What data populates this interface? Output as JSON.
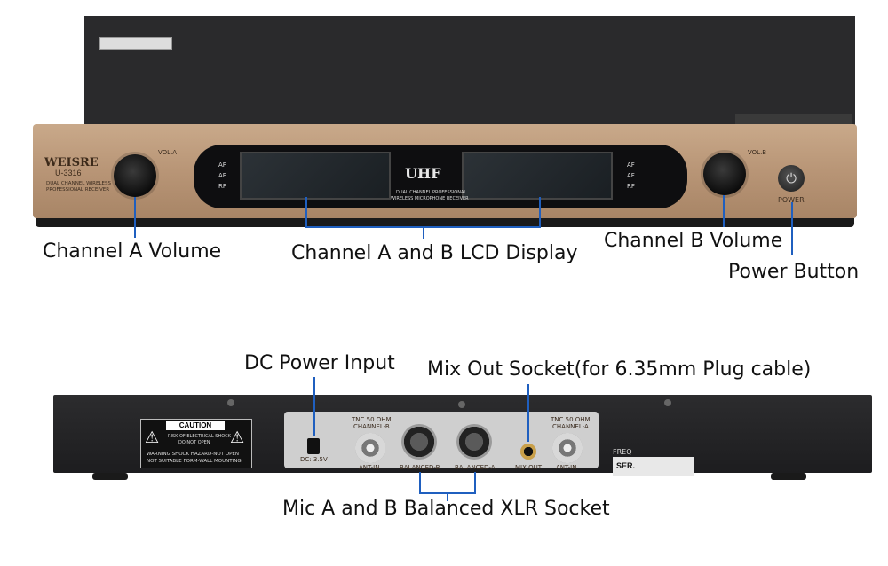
{
  "front": {
    "brand": "WEISRE",
    "model": "U-3316",
    "brand_sub_1": "DUAL CHANNEL WIRELESS",
    "brand_sub_2": "PROFESSIONAL RECEIVER",
    "vol_a": "VOL.A",
    "vol_b": "VOL.B",
    "uhf": "UHF",
    "center_sub_1": "DUAL CHANNEL PROFESSIONAL",
    "center_sub_2": "WIRELESS MICROPHONE RECEIVER",
    "indicators_left": [
      "AF",
      "AF",
      "RF"
    ],
    "indicators_right": [
      "AF",
      "AF",
      "RF"
    ],
    "power_label": "POWER",
    "power_icon": "power-icon"
  },
  "callouts": {
    "channel_a_volume": "Channel A Volume",
    "lcd_display": "Channel A and B LCD Display",
    "channel_b_volume": "Channel B Volume",
    "power_button": "Power Button",
    "dc_power_input": "DC Power Input",
    "mix_out_socket": "Mix Out Socket(for 6.35mm Plug cable)",
    "xlr_socket": "Mic A and B Balanced XLR Socket"
  },
  "rear": {
    "caution_title": "CAUTION",
    "caution_line_1": "RISK OF ELECTRICAL SHOCK",
    "caution_line_2": "DO NOT OPEN",
    "warning_line_1": "WARNING SHOCK HAZARD-NOT OPEN",
    "warning_line_2": "NOT SUITABLE FORM-WALL MOUNTING",
    "dc_label": "DC: 3.5V",
    "tnc_b_1": "TNC 50 OHM",
    "tnc_b_2": "CHANNEL-B",
    "ant_in_b": "ANT-IN",
    "balanced_b": "BALANCED-B",
    "balanced_a": "BALANCED-A",
    "mix_out": "MIX OUT",
    "tnc_a_1": "TNC 50 OHM",
    "tnc_a_2": "CHANNEL-A",
    "ant_in_a": "ANT-IN",
    "freq": "FREQ",
    "ser": "SER."
  },
  "colors": {
    "callout_line": "#1f5fbf",
    "front_face": "#b89576",
    "chassis": "#1d1d1f"
  }
}
